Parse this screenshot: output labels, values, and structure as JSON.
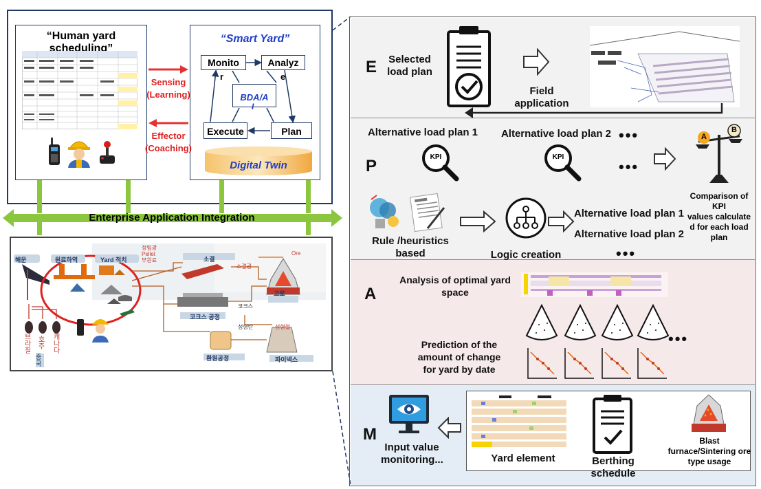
{
  "left": {
    "human_title": "“Human yard scheduling”",
    "smart_title": "“Smart Yard”",
    "monitor": "Monito",
    "monitor_r": "r",
    "analyze": "Analyz",
    "analyze_e": "e",
    "bda": "BDA/A",
    "bda_i": "I",
    "execute": "Execute",
    "plan": "Plan",
    "digital_twin": "Digital Twin",
    "sensing": "Sensing",
    "learning": "(Learning)",
    "effector": "Effector",
    "coaching": "(Coaching)",
    "eai": "Enterprise Application Integration",
    "flow": {
      "haeun": "해운",
      "raw": "원료하역",
      "yard": "Yard 적치",
      "sinter": "소결",
      "sinter_ore": "소결광",
      "ore": "Ore",
      "pellet": "정립광\nPellet\n부원료",
      "goro": "고로",
      "coke": "코크스 공정",
      "cokes": "코크스",
      "sungtan": "성형탄",
      "sungcheol": "성형철",
      "hwanwon": "환원공정",
      "finex": "파이넥스",
      "brazil": "브라질",
      "australia": "호주",
      "canada": "캐나다",
      "china": "중국"
    }
  },
  "right": {
    "e_letter": "E",
    "selected": "Selected\nload plan",
    "field": "Field application",
    "p_letter": "P",
    "alt1": "Alternative load plan 1",
    "alt2": "Alternative load plan 2",
    "kpi": "KPI",
    "dots": "•••",
    "comparison": "Comparison of\nKPI\nvalues calculate\nd for each load\nplan",
    "rule": "Rule /heuristics\nbased",
    "logic": "Logic creation",
    "alt1b": "Alternative load plan 1",
    "alt2b": "Alternative load plan 2",
    "a_letter": "A",
    "analysis": "Analysis of optimal yard\nspace",
    "prediction": "Prediction of the\namount of change\nfor yard by date",
    "m_letter": "M",
    "input": "Input value\nmonitoring...",
    "yard_elem": "Yard element",
    "berthing": "Berthing schedule",
    "blast": "Blast\nfurnace/Sintering ore\ntype usage",
    "scale_a": "A",
    "scale_b": "B"
  },
  "colors": {
    "panel_border": "#1f3864",
    "green_arrow": "#8cc63f",
    "red_arrow": "#e53030",
    "blue_text": "#1f3ec4",
    "e_bg": "#f2f2f2",
    "p_bg": "#f2f2f2",
    "a_bg": "#f6e9e9",
    "m_bg": "#e4ecf5"
  }
}
